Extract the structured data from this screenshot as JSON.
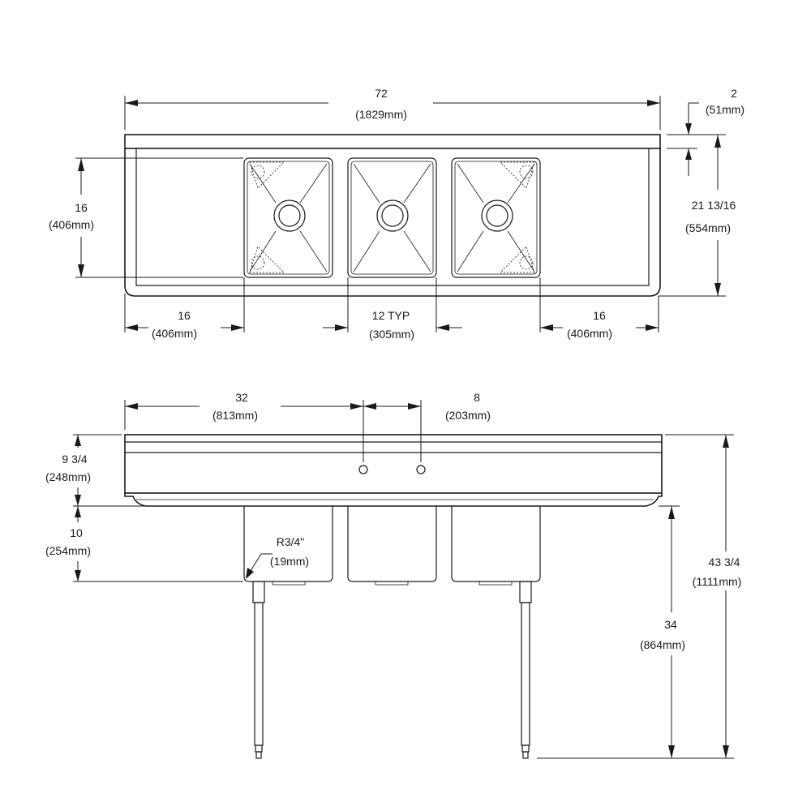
{
  "top_view": {
    "overall_length": {
      "value": "72",
      "metric": "(1829mm)"
    },
    "backsplash_height": {
      "value": "2",
      "metric": "(51mm)"
    },
    "bowl_front_to_back": {
      "value": "16",
      "metric": "(406mm)"
    },
    "overall_depth": {
      "value": "21 13/16",
      "metric": "(554mm)"
    },
    "left_drainboard": {
      "value": "16",
      "metric": "(406mm)"
    },
    "bowl_width": {
      "value": "12 TYP",
      "metric": "(305mm)"
    },
    "right_drainboard": {
      "value": "16",
      "metric": "(406mm)"
    }
  },
  "front_view": {
    "faucet_offset": {
      "value": "32",
      "metric": "(813mm)"
    },
    "faucet_centers": {
      "value": "8",
      "metric": "(203mm)"
    },
    "backsplash_total": {
      "value": "9 3/4",
      "metric": "(248mm)"
    },
    "bowl_depth": {
      "value": "10",
      "metric": "(254mm)"
    },
    "corner_radius": {
      "value": "R3/4\"",
      "metric": "(19mm)"
    },
    "rim_height": {
      "value": "34",
      "metric": "(864mm)"
    },
    "overall_height": {
      "value": "43 3/4",
      "metric": "(1111mm)"
    }
  }
}
